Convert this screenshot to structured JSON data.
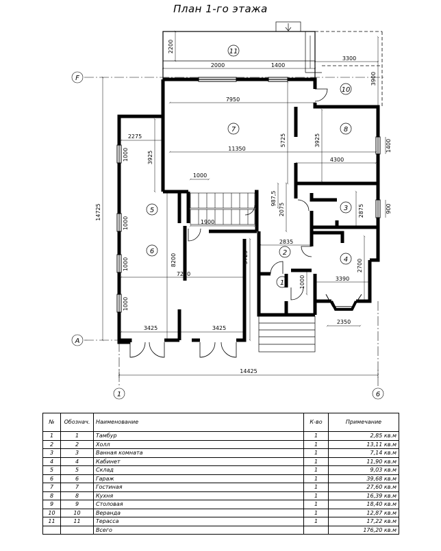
{
  "title": "План 1-го этажа",
  "axes": {
    "top": "F",
    "bottom": "A",
    "left": "1",
    "right": "6"
  },
  "rooms": {
    "r1": "1",
    "r2": "2",
    "r3": "3",
    "r4": "4",
    "r5": "5",
    "r6": "6",
    "r7": "7",
    "r8": "8",
    "r10": "10",
    "r11": "11"
  },
  "dimensions": {
    "d2200": "2200",
    "d2000": "2000",
    "d1400a": "1400",
    "d3300": "3300",
    "d3900": "3900",
    "d7950": "7950",
    "d11350": "11350",
    "d5725a": "5725",
    "d3925a": "3925",
    "d3925b": "3925",
    "d2275": "2275",
    "d1000a": "1000",
    "d1000b": "1000",
    "d1000c": "1000",
    "d1000d": "1000",
    "d1000e": "1000",
    "d1000f": "1000",
    "d4300": "4300",
    "d1400b": "1400",
    "d900": "900",
    "d14725": "14725",
    "d8200": "8200",
    "d987": "987,5",
    "d2075": "2075",
    "d1900": "1900",
    "d2875": "2875",
    "d2835": "2835",
    "d5725b": "5725",
    "d7250": "7250",
    "d2700": "2700",
    "d3390": "3390",
    "d2350": "2350",
    "d3425a": "3425",
    "d3425b": "3425",
    "d14425": "14425"
  },
  "table": {
    "headers": [
      "№",
      "Обознач.",
      "Наименование",
      "К-во",
      "Примечание"
    ],
    "rows": [
      [
        "1",
        "1",
        "Тамбур",
        "1",
        "2,85 кв.м"
      ],
      [
        "2",
        "2",
        "Холл",
        "1",
        "13,11 кв.м"
      ],
      [
        "3",
        "3",
        "Ванная комната",
        "1",
        "7,14 кв.м"
      ],
      [
        "4",
        "4",
        "Кабинет",
        "1",
        "11,90 кв.м"
      ],
      [
        "5",
        "5",
        "Склад",
        "1",
        "9,03 кв.м"
      ],
      [
        "6",
        "6",
        "Гараж",
        "1",
        "39,68 кв.м"
      ],
      [
        "7",
        "7",
        "Гостиная",
        "1",
        "27,60 кв.м"
      ],
      [
        "8",
        "8",
        "Кухня",
        "1",
        "16,39 кв.м"
      ],
      [
        "9",
        "9",
        "Столовая",
        "1",
        "18,40 кв.м"
      ],
      [
        "10",
        "10",
        "Веранда",
        "1",
        "12,87 кв.м"
      ],
      [
        "11",
        "11",
        "Терасса",
        "1",
        "17,22 кв.м"
      ],
      [
        "",
        "",
        "Всего",
        "",
        "176,20 кв.м"
      ]
    ]
  }
}
